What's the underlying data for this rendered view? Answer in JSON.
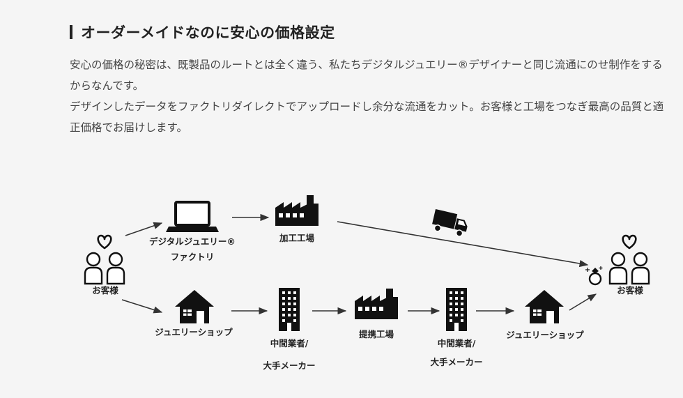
{
  "heading": "オーダーメイドなのに安心の価格設定",
  "paragraphs": [
    "安心の価格の秘密は、既製品のルートとは全く違う、私たちデジタルジュエリー®デザイナーと同じ流通にのせ制作をするからなんです。",
    "デザインしたデータをファクトリダイレクトでアップロードし余分な流通をカット。お客様と工場をつなぎ最高の品質と適正価格でお届けします。"
  ],
  "diagram": {
    "customer_left": "お客様",
    "digital_factory_line1": "デジタルジュエリー®",
    "digital_factory_line2": "ファクトリ",
    "processing_factory": "加工工場",
    "customer_right": "お客様",
    "jewelry_shop_1": "ジュエリーショップ",
    "middleman_1_line1": "中間業者/",
    "middleman_1_line2": "大手メーカー",
    "partner_factory": "提携工場",
    "middleman_2_line1": "中間業者/",
    "middleman_2_line2": "大手メーカー",
    "jewelry_shop_2": "ジュエリーショップ"
  }
}
